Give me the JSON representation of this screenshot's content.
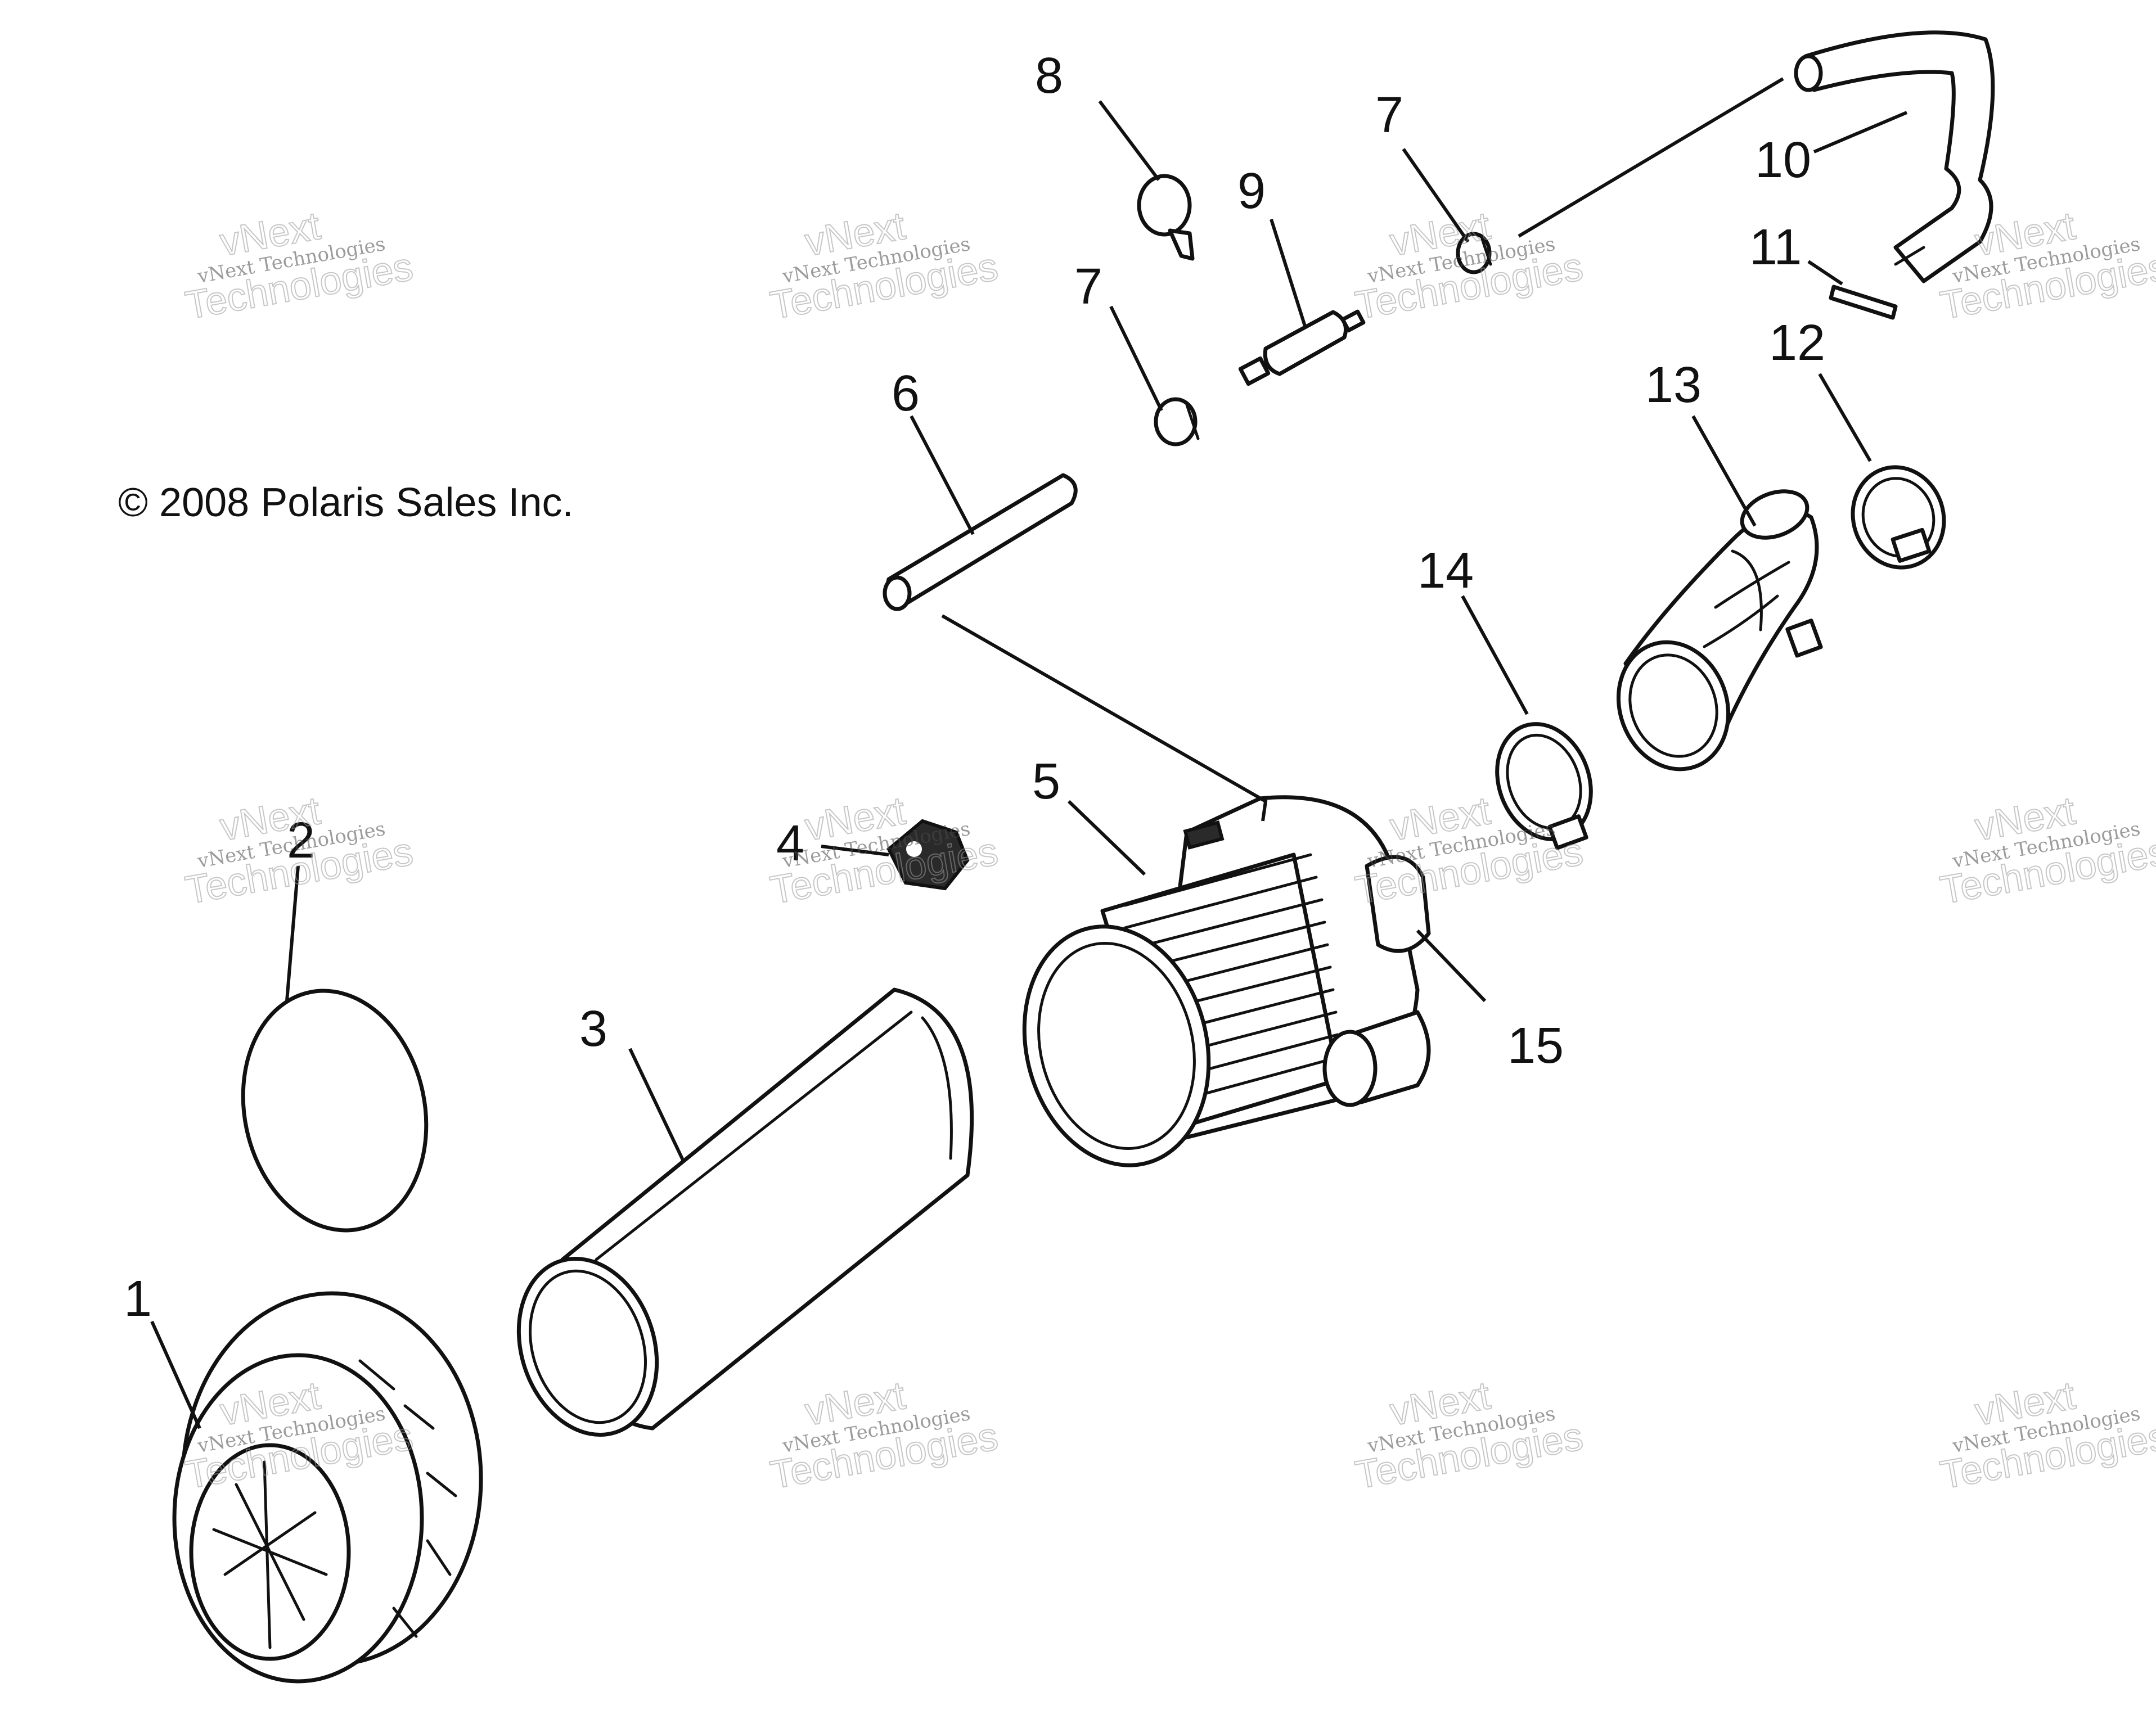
{
  "copyright": "© 2008 Polaris Sales Inc.",
  "watermark": {
    "small_text": "vNext Technologies",
    "big_line1": "vNext",
    "big_line2": "Technologies"
  },
  "callouts": {
    "c1": "1",
    "c2": "2",
    "c3": "3",
    "c4": "4",
    "c5": "5",
    "c6": "6",
    "c7a": "7",
    "c7b": "7",
    "c8": "8",
    "c9": "9",
    "c10": "10",
    "c11": "11",
    "c12": "12",
    "c13": "13",
    "c14": "14",
    "c15": "15"
  }
}
